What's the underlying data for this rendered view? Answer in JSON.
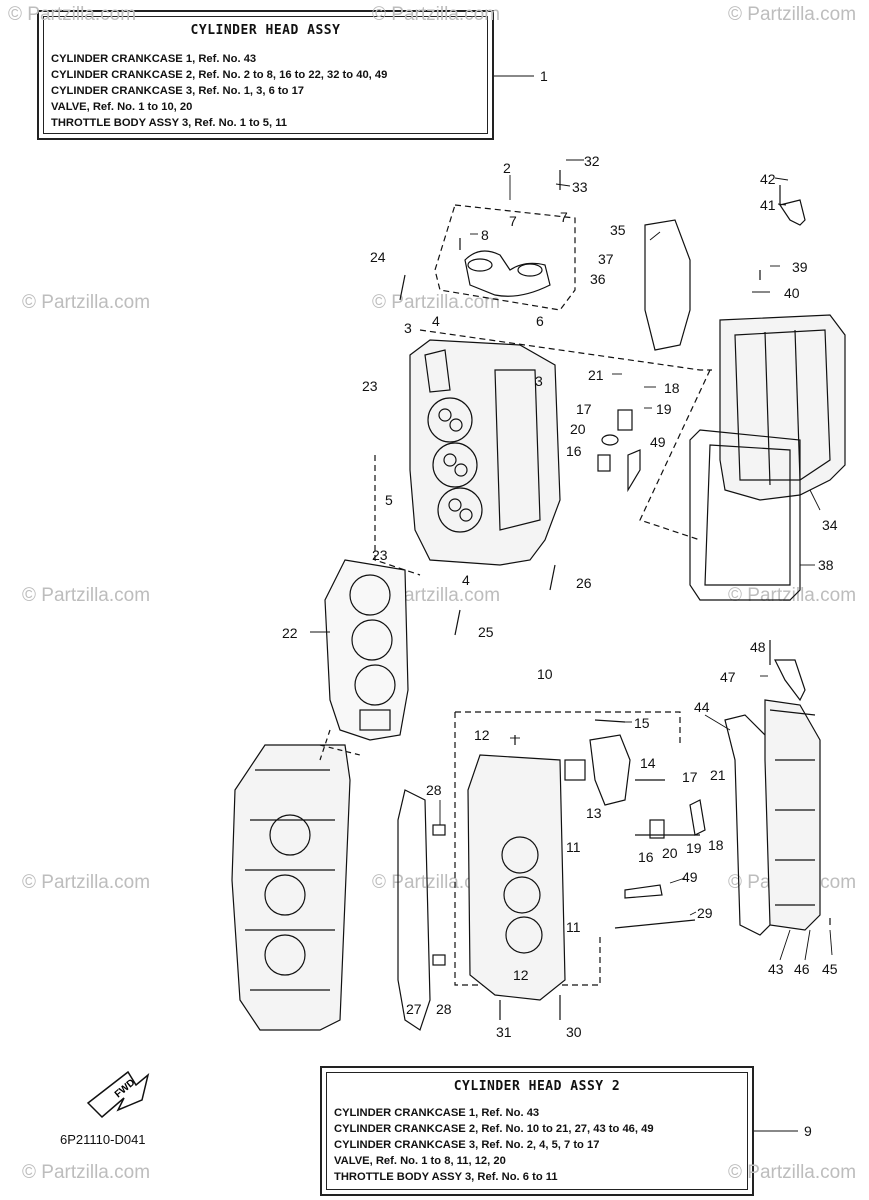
{
  "box_top": {
    "title": "CYLINDER HEAD ASSY",
    "lines": [
      "CYLINDER CRANKCASE 1,  Ref. No. 43",
      "CYLINDER CRANKCASE 2,  Ref. No. 2 to 8, 16 to 22, 32 to 40, 49",
      "CYLINDER CRANKCASE 3,  Ref. No. 1, 3, 6 to 17",
      "VALVE,  Ref. No. 1 to 10, 20",
      "THROTTLE BODY ASSY 3,  Ref. No. 1 to 5, 11"
    ],
    "ref": "1"
  },
  "box_bottom": {
    "title": "CYLINDER HEAD ASSY 2",
    "lines": [
      "CYLINDER CRANKCASE 1,  Ref. No. 43",
      "CYLINDER CRANKCASE 2,  Ref. No. 10 to 21, 27, 43 to 46, 49",
      "CYLINDER CRANKCASE 3,  Ref. No. 2, 4, 5, 7 to 17",
      "VALVE,  Ref. No. 1 to 8, 11, 12, 20",
      "THROTTLE BODY ASSY 3,  Ref. No. 6 to 11"
    ],
    "ref": "9"
  },
  "diagram_code": "6P21110-D041",
  "fwd_label": "FWD",
  "watermark": "© Partzilla.com",
  "callouts": [
    "2",
    "32",
    "33",
    "7",
    "7",
    "8",
    "24",
    "35",
    "37",
    "36",
    "42",
    "41",
    "39",
    "40",
    "3",
    "4",
    "6",
    "3",
    "23",
    "21",
    "18",
    "17",
    "19",
    "20",
    "16",
    "49",
    "5",
    "23",
    "4",
    "26",
    "25",
    "34",
    "38",
    "22",
    "48",
    "47",
    "10",
    "12",
    "15",
    "14",
    "44",
    "17",
    "21",
    "28",
    "13",
    "16",
    "20",
    "19",
    "18",
    "11",
    "49",
    "11",
    "29",
    "28",
    "12",
    "27",
    "31",
    "30",
    "43",
    "46",
    "45"
  ]
}
